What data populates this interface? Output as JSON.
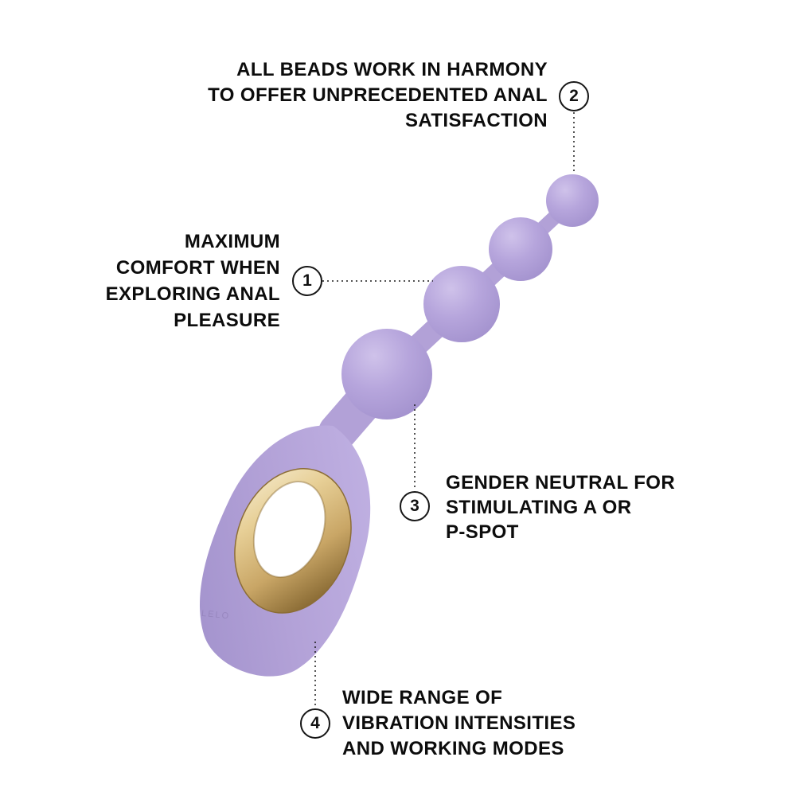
{
  "product": {
    "label": "beaded anal massager with loop handle",
    "brand_mark": "LELO",
    "colors": {
      "body_lavender": "#b2a1d7",
      "body_highlight": "#cfc2ea",
      "body_shadow": "#a090cb",
      "ring_gold_light": "#f2e6c6",
      "ring_gold": "#c9a666",
      "ring_gold_dark": "#8c6d36",
      "ring_opening": "#ffffff",
      "leader_line": "#1a1a1a"
    }
  },
  "callouts": [
    {
      "number": "1",
      "lines": [
        "MAXIMUM",
        "COMFORT WHEN",
        "EXPLORING ANAL",
        "PLEASURE"
      ]
    },
    {
      "number": "2",
      "lines": [
        "ALL BEADS WORK IN HARMONY",
        "TO OFFER UNPRECEDENTED ANAL",
        "SATISFACTION"
      ]
    },
    {
      "number": "3",
      "lines": [
        "GENDER NEUTRAL FOR",
        "STIMULATING A OR",
        "P-SPOT"
      ]
    },
    {
      "number": "4",
      "lines": [
        "WIDE RANGE OF",
        "VIBRATION INTENSITIES",
        "AND WORKING MODES"
      ]
    }
  ]
}
